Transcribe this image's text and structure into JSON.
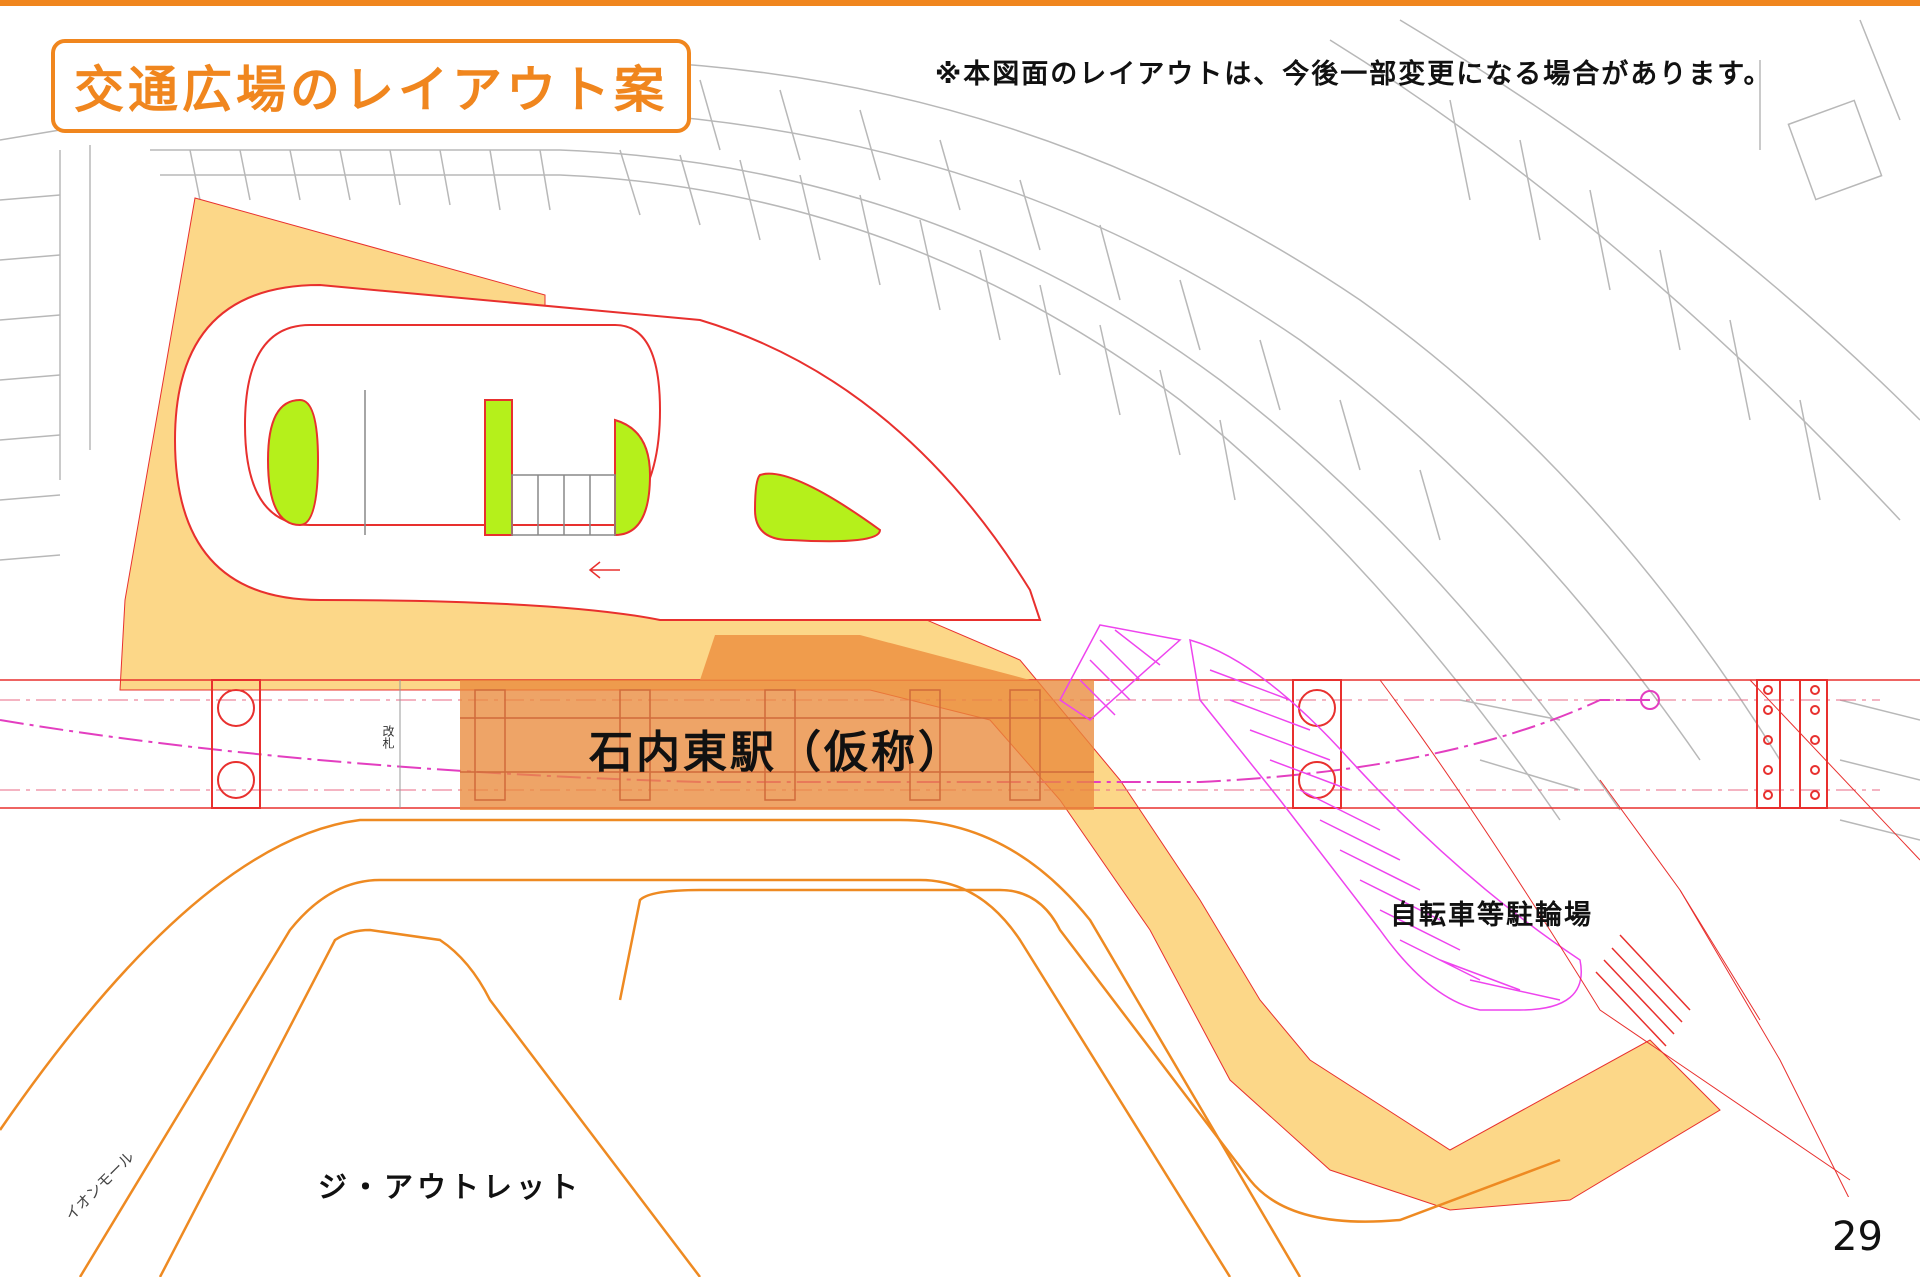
{
  "title": "交通広場のレイアウト案",
  "notice": "※本図面のレイアウトは、今後一部変更になる場合があります。",
  "page_number": "29",
  "labels": {
    "station": "石内東駅（仮称）",
    "bicycle_parking": "自転車等駐輪場",
    "outlet": "ジ・アウトレット",
    "gate": "改札",
    "mall": "イオンモール"
  },
  "colors": {
    "accent_orange": "#f0861e",
    "plaza_fill": "#fcd788",
    "station_fill": "#e98a3c",
    "green_island": "#b5f01b",
    "road_line": "#e8302e",
    "bike_parking": "#ee44ee",
    "site_outline": "#ee8a22",
    "background_lines": "#b8b8b8"
  },
  "map_features": [
    "transport-plaza",
    "bus-rotary-loop",
    "green-islands",
    "elevated-railway",
    "station-platform",
    "bicycle-parking",
    "outlet-site",
    "residential-lots"
  ]
}
